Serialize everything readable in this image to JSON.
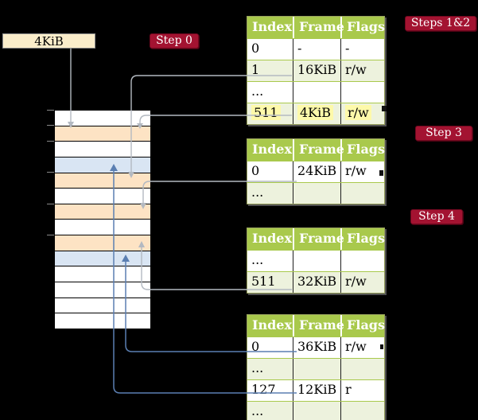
{
  "legend_box": {
    "label": "4KiB"
  },
  "badges": {
    "step0": "Step 0",
    "steps12": "Steps 1&2",
    "step3": "Step 3",
    "step4": "Step 4"
  },
  "tables": [
    {
      "name": "page-table-steps-1-2",
      "headers": [
        "Index",
        "Frame",
        "Flags"
      ],
      "rows": [
        {
          "cells": [
            "0",
            "-",
            "-"
          ],
          "shade": false,
          "highlight": false
        },
        {
          "cells": [
            "1",
            "16KiB",
            "r/w"
          ],
          "shade": true,
          "highlight": false
        },
        {
          "cells": [
            "...",
            "",
            ""
          ],
          "shade": false,
          "highlight": false
        },
        {
          "cells": [
            "511",
            "4KiB",
            "r/w"
          ],
          "shade": true,
          "highlight": true
        }
      ]
    },
    {
      "name": "page-table-step-3",
      "headers": [
        "Index",
        "Frame",
        "Flags"
      ],
      "rows": [
        {
          "cells": [
            "0",
            "24KiB",
            "r/w"
          ],
          "shade": false,
          "highlight": false
        },
        {
          "cells": [
            "...",
            "",
            ""
          ],
          "shade": true,
          "highlight": false
        }
      ]
    },
    {
      "name": "page-table-step-4-a",
      "headers": [
        "Index",
        "Frame",
        "Flags"
      ],
      "rows": [
        {
          "cells": [
            "...",
            "",
            ""
          ],
          "shade": false,
          "highlight": false
        },
        {
          "cells": [
            "511",
            "32KiB",
            "r/w"
          ],
          "shade": true,
          "highlight": false
        }
      ]
    },
    {
      "name": "page-table-step-4-b",
      "headers": [
        "Index",
        "Frame",
        "Flags"
      ],
      "rows": [
        {
          "cells": [
            "0",
            "36KiB",
            "r/w"
          ],
          "shade": false,
          "highlight": false
        },
        {
          "cells": [
            "...",
            "",
            ""
          ],
          "shade": true,
          "highlight": false
        },
        {
          "cells": [
            "127",
            "12KiB",
            "r"
          ],
          "shade": false,
          "highlight": false
        },
        {
          "cells": [
            "...",
            "",
            ""
          ],
          "shade": true,
          "highlight": false
        }
      ]
    }
  ],
  "memory_stack": {
    "rows": [
      "white",
      "peach",
      "white",
      "blue",
      "peach",
      "white",
      "peach",
      "white",
      "peach",
      "blue",
      "white",
      "white",
      "white",
      "white"
    ]
  },
  "colors": {
    "background": "#000000",
    "table_header_green": "#a9c94c",
    "table_row_shade": "#edf2dd",
    "highlight_yellow": "#fdf9aa",
    "memory_peach": "#fde3c4",
    "memory_blue": "#d9e5f3",
    "legend_cream": "#faedca",
    "badge_red": "#a31331",
    "arrow_gray": "#b3b9c1",
    "arrow_blue": "#5b7fb2"
  }
}
